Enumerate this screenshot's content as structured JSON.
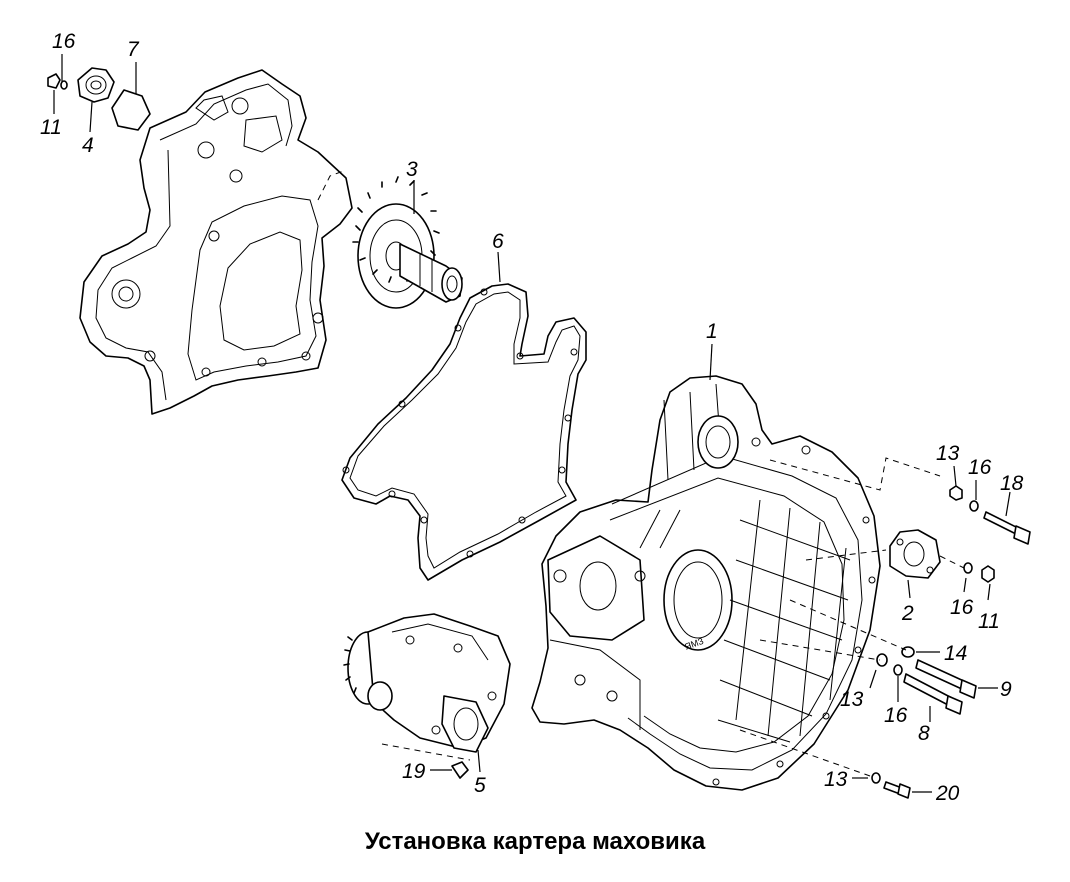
{
  "caption": "Установка картера маховика",
  "callouts": {
    "c16a": "16",
    "c7": "7",
    "c11a": "11",
    "c4": "4",
    "c3": "3",
    "c6": "6",
    "c1": "1",
    "c13a": "13",
    "c16b": "16",
    "c18": "18",
    "c2": "2",
    "c16c": "16",
    "c11b": "11",
    "c14": "14",
    "c9": "9",
    "c13b": "13",
    "c16d": "16",
    "c8": "8",
    "c19": "19",
    "c5": "5",
    "c13c": "13",
    "c20": "20"
  }
}
